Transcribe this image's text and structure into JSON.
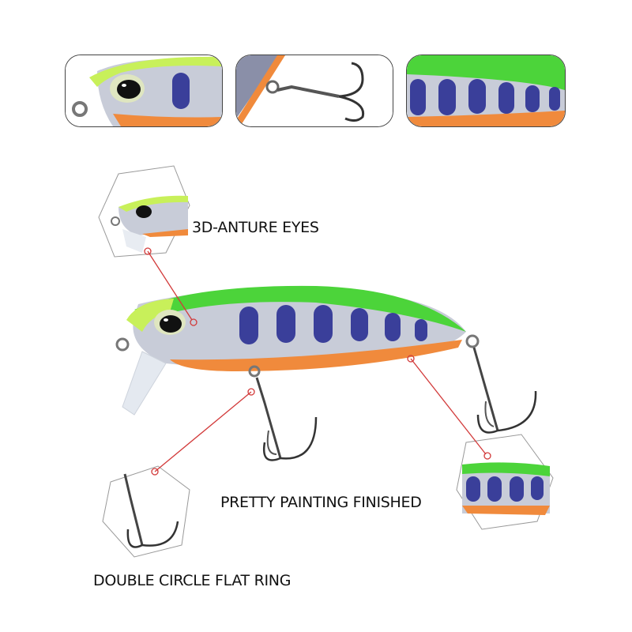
{
  "thumbnails": [
    {
      "id": "head-closeup",
      "description": "lure head with 3D eye closeup"
    },
    {
      "id": "hook-closeup",
      "description": "treble hook with split ring closeup"
    },
    {
      "id": "body-closeup",
      "description": "painted body pattern closeup"
    }
  ],
  "callouts": {
    "eyes": {
      "label": "3D-ANTURE EYES"
    },
    "painting": {
      "label": "PRETTY PAINTING FINISHED"
    },
    "ring": {
      "label": "DOUBLE CIRCLE FLAT RING"
    }
  },
  "colors": {
    "back_green": "#4cd43a",
    "head_yellow_green": "#c8f05a",
    "belly_orange": "#f08a3c",
    "spot_blue": "#3a3f9a",
    "body_silver": "#c8ccd8",
    "callout_line": "#d23a3a",
    "hook_metal": "#3a3a3a"
  }
}
